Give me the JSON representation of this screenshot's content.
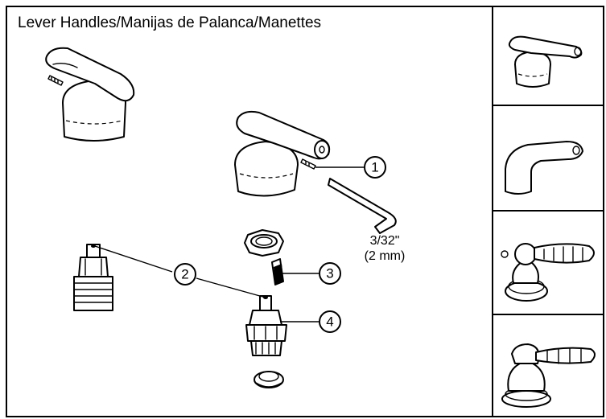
{
  "title": "Lever Handles/Manijas de Palanca/Manettes",
  "callouts": [
    "1",
    "2",
    "3",
    "4"
  ],
  "hex_key_size": {
    "imperial": "3/32\"",
    "metric": "(2 mm)"
  },
  "side_panel": {
    "variants": [
      "lever-handle-style-1",
      "lever-handle-style-2",
      "lever-handle-style-3",
      "lever-handle-style-4"
    ]
  }
}
